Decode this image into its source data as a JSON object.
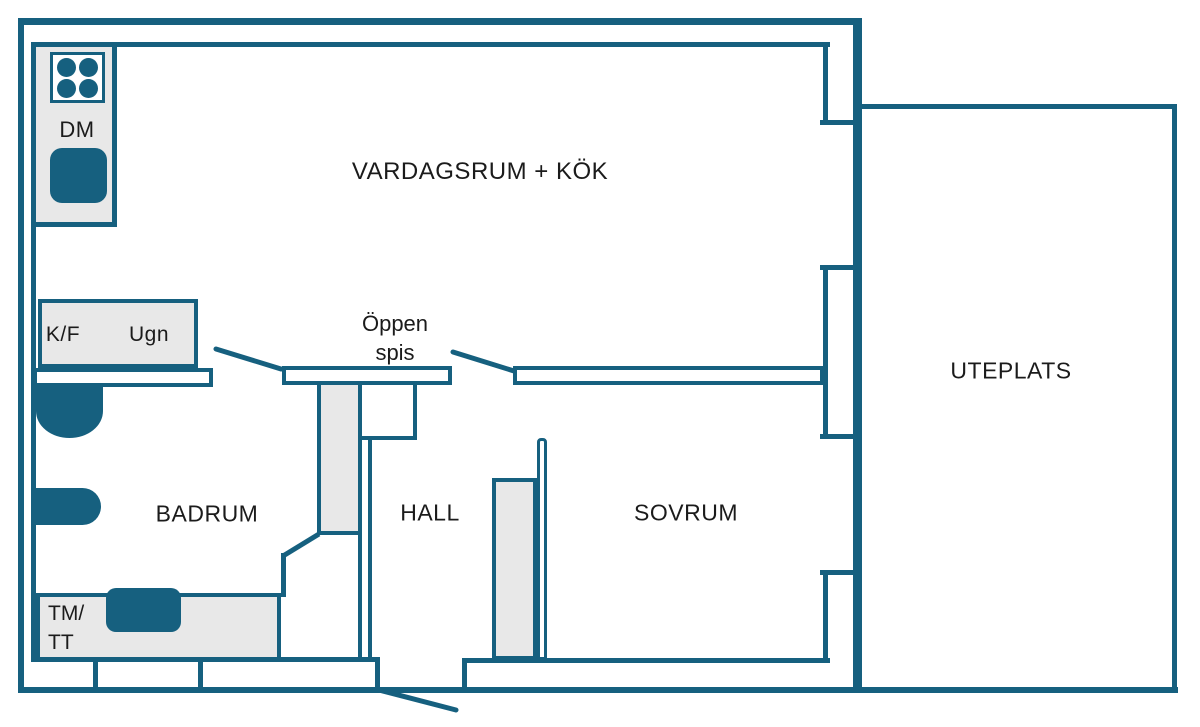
{
  "floorplan": {
    "rooms": [
      {
        "id": "vardagsrum_kok",
        "label": "VARDAGSRUM + KÖK"
      },
      {
        "id": "badrum",
        "label": "BADRUM"
      },
      {
        "id": "hall",
        "label": "HALL"
      },
      {
        "id": "sovrum",
        "label": "SOVRUM"
      },
      {
        "id": "uteplats",
        "label": "UTEPLATS"
      }
    ],
    "features": {
      "fireplace": {
        "line1": "Öppen",
        "line2": "spis"
      },
      "dishwasher_label": "DM",
      "fridge_freezer_label": "K/F",
      "oven_label": "Ugn",
      "washer_label_line1": "TM/",
      "washer_label_line2": "TT"
    },
    "colors": {
      "wall": "#16607f",
      "fixture_fill": "#e8e8e8",
      "appliance": "#16607f",
      "text": "#1b1b1b",
      "background": "#ffffff"
    }
  }
}
